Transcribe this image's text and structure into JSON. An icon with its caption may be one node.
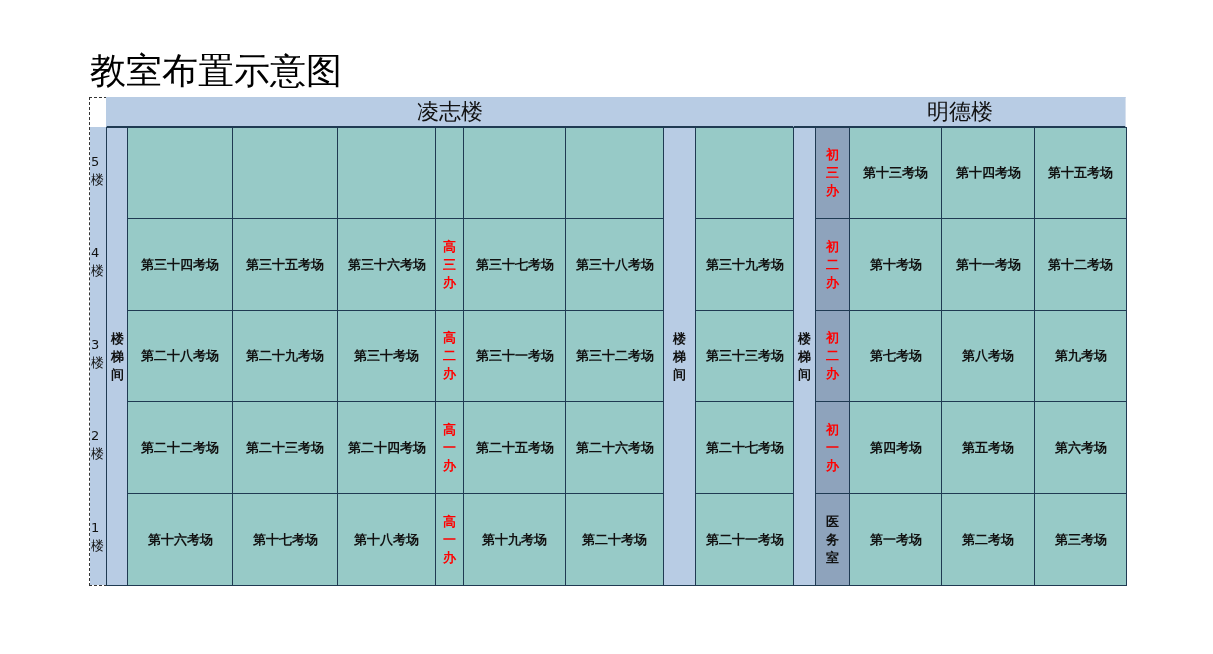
{
  "diagram": {
    "title": "教室布置示意图",
    "nodes": [
      {
        "text": [
          "凌志楼"
        ]
      },
      {
        "text": [
          "明德楼"
        ]
      },
      {
        "text": [
          "楼梯间"
        ]
      },
      {
        "text": [],
        "shape": "box"
      },
      {
        "text": [],
        "shape": "box"
      },
      {
        "text": [],
        "shape": "box"
      },
      {
        "text": [],
        "shape": "box"
      },
      {
        "text": [],
        "shape": "box"
      },
      {
        "text": [],
        "shape": "box"
      },
      {
        "text": [
          "楼梯间"
        ]
      },
      {
        "text": [],
        "shape": "box"
      },
      {
        "text": [
          "楼梯间"
        ]
      },
      {
        "text": [
          "初三办"
        ]
      },
      {
        "text": [
          "第十三考场"
        ]
      },
      {
        "text": [
          "第十四考场"
        ]
      },
      {
        "text": [
          "第十五考场"
        ]
      },
      {
        "text": [
          "第三十四考场"
        ]
      },
      {
        "text": [
          "第三十五考场"
        ]
      },
      {
        "text": [
          "第三十六考场"
        ]
      },
      {
        "text": [
          "高三办"
        ]
      },
      {
        "text": [
          "第三十七考场"
        ]
      },
      {
        "text": [
          "第三十八考场"
        ]
      },
      {
        "text": [
          "第三十九考场"
        ]
      },
      {
        "text": [
          "初二办"
        ]
      },
      {
        "text": [
          "第十考场"
        ]
      },
      {
        "text": [
          "第十一考场"
        ]
      },
      {
        "text": [
          "第十二考场"
        ]
      },
      {
        "text": [
          "第二十八考场"
        ]
      },
      {
        "text": [
          "第二十九考场"
        ]
      },
      {
        "text": [
          "第三十考场"
        ]
      },
      {
        "text": [
          "高二办"
        ]
      },
      {
        "text": [
          "第三十一考场"
        ]
      },
      {
        "text": [
          "第三十二考场"
        ]
      },
      {
        "text": [
          "第三十三考场"
        ]
      },
      {
        "text": [
          "初二办"
        ]
      },
      {
        "text": [
          "第七考场"
        ]
      },
      {
        "text": [
          "第八考场"
        ]
      },
      {
        "text": [
          "第九考场"
        ]
      },
      {
        "text": [
          "第二十二考场"
        ]
      },
      {
        "text": [
          "第二十三考场"
        ]
      },
      {
        "text": [
          "第二十四考场"
        ]
      },
      {
        "text": [
          "高一办"
        ]
      },
      {
        "text": [
          "第二十五考场"
        ]
      },
      {
        "text": [
          "第二十六考场"
        ]
      },
      {
        "text": [
          "第二十七考场"
        ]
      },
      {
        "text": [
          "初一办"
        ]
      },
      {
        "text": [
          "第四考场"
        ]
      },
      {
        "text": [
          "第五考场"
        ]
      },
      {
        "text": [
          "第六考场"
        ]
      },
      {
        "text": [
          "第十六考场"
        ]
      },
      {
        "text": [
          "第十七考场"
        ]
      },
      {
        "text": [
          "第十八考场"
        ]
      },
      {
        "text": [
          "高一办"
        ]
      },
      {
        "text": [
          "第十九考场"
        ]
      },
      {
        "text": [
          "第二十考场"
        ]
      },
      {
        "text": [
          "第二十一考场"
        ]
      },
      {
        "text": [
          "医务室"
        ]
      },
      {
        "text": [
          "第一考场"
        ]
      },
      {
        "text": [
          "第二考场"
        ]
      },
      {
        "text": [
          "第三考场"
        ]
      }
    ],
    "labels": [
      "5楼",
      "4楼",
      "3楼",
      "2楼",
      "1楼"
    ]
  }
}
